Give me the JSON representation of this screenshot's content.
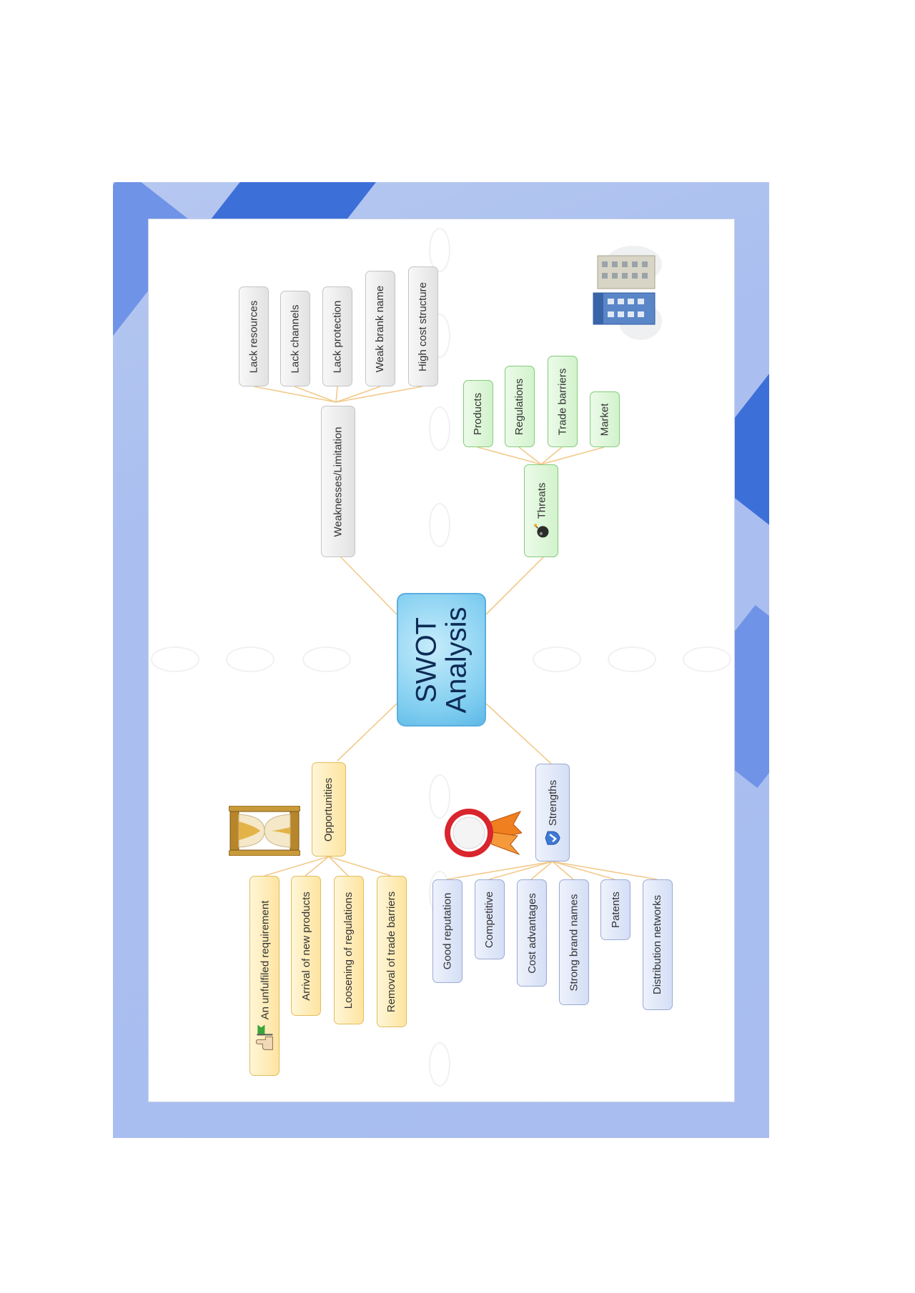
{
  "center": "SWOT Analysis",
  "branches": {
    "weaknesses": {
      "label": "Weaknesses/Limitation",
      "items": [
        "Lack resources",
        "Lack channels",
        "Lack protection",
        "Weak brank name",
        "High cost structure"
      ]
    },
    "threats": {
      "label": "Threats",
      "icon": "bomb-icon",
      "items": [
        "Products",
        "Regulations",
        "Trade barriers",
        "Market"
      ]
    },
    "opportunities": {
      "label": "Opportunities",
      "items": [
        "An unfulfiled requirement",
        "Arrival of new products",
        "Loosening of regulations",
        "Removal of trade barriers"
      ]
    },
    "strengths": {
      "label": "Strengths",
      "icon": "checkmark-icon",
      "items": [
        "Good reputation",
        "Competitive",
        "Cost advantages",
        "Strong brand names",
        "Patents",
        "Distribution networks"
      ]
    }
  },
  "decorations": [
    "buildings-icon",
    "hourglass-icon",
    "award-ribbon-icon",
    "hand-flag-icon"
  ],
  "colors": {
    "frame": "#aabff0",
    "frame_stripe": "#3d6fd8",
    "center_fill": "#7fcdf0",
    "connector": "#f2c98a",
    "weaknesses": "#c4c4c4",
    "threats": "#82cc78",
    "strengths": "#9aaad4",
    "opportunities": "#e2bd5c"
  }
}
